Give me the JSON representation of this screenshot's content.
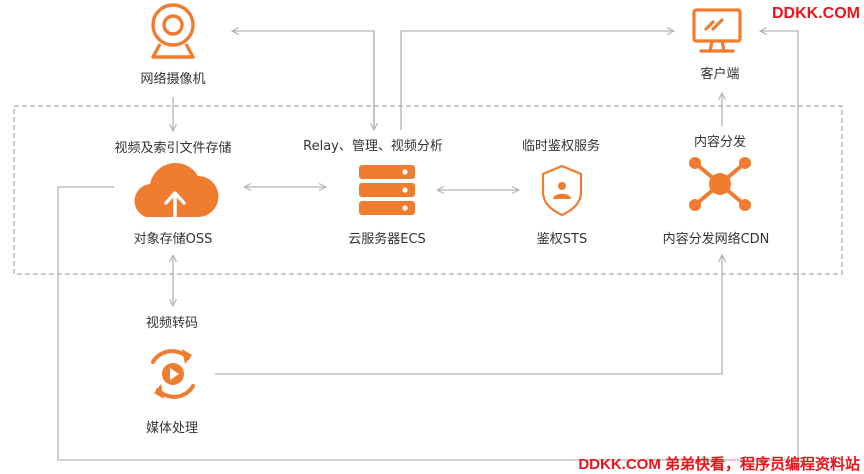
{
  "nodes": {
    "camera": {
      "label": "网络摄像机",
      "icon": "webcam-icon"
    },
    "client": {
      "label": "客户端",
      "icon": "monitor-icon"
    },
    "oss": {
      "label": "对象存储OSS",
      "caption": "视频及索引文件存储",
      "icon": "cloud-upload-icon"
    },
    "ecs": {
      "label": "云服务器ECS",
      "caption": "Relay、管理、视频分析",
      "icon": "server-stack-icon"
    },
    "sts": {
      "label": "鉴权STS",
      "caption": "临时鉴权服务",
      "icon": "shield-user-icon"
    },
    "cdn": {
      "label": "内容分发网络CDN",
      "caption": "内容分发",
      "icon": "network-hub-icon"
    },
    "media": {
      "label": "媒体处理",
      "caption": "视频转码",
      "icon": "refresh-play-icon"
    }
  },
  "edges": [
    {
      "from": "ecs",
      "to": "camera",
      "style": "arrow"
    },
    {
      "from": "camera",
      "to": "ecs",
      "style": "arrow"
    },
    {
      "from": "ecs",
      "to": "client",
      "style": "arrow"
    },
    {
      "from": "camera",
      "to": "oss",
      "style": "arrow"
    },
    {
      "from": "oss",
      "to": "ecs",
      "style": "bidirectional"
    },
    {
      "from": "ecs",
      "to": "sts",
      "style": "bidirectional"
    },
    {
      "from": "cdn",
      "to": "client",
      "style": "arrow"
    },
    {
      "from": "oss",
      "to": "media",
      "style": "bidirectional"
    },
    {
      "from": "media",
      "to": "cdn",
      "style": "arrow"
    },
    {
      "from": "oss",
      "to": "client",
      "style": "arrow"
    }
  ],
  "group": {
    "style": "dashed",
    "contains": [
      "oss",
      "ecs",
      "sts",
      "cdn"
    ]
  },
  "colors": {
    "accent": "#f07c30",
    "line": "#b4b4b4",
    "dashed_border": "#a8a8a8",
    "watermark": "#e8161c",
    "text": "#333333"
  },
  "watermark": {
    "top": "DDKK.COM",
    "bottom": "DDKK.COM 弟弟快看，程序员编程资料站"
  }
}
